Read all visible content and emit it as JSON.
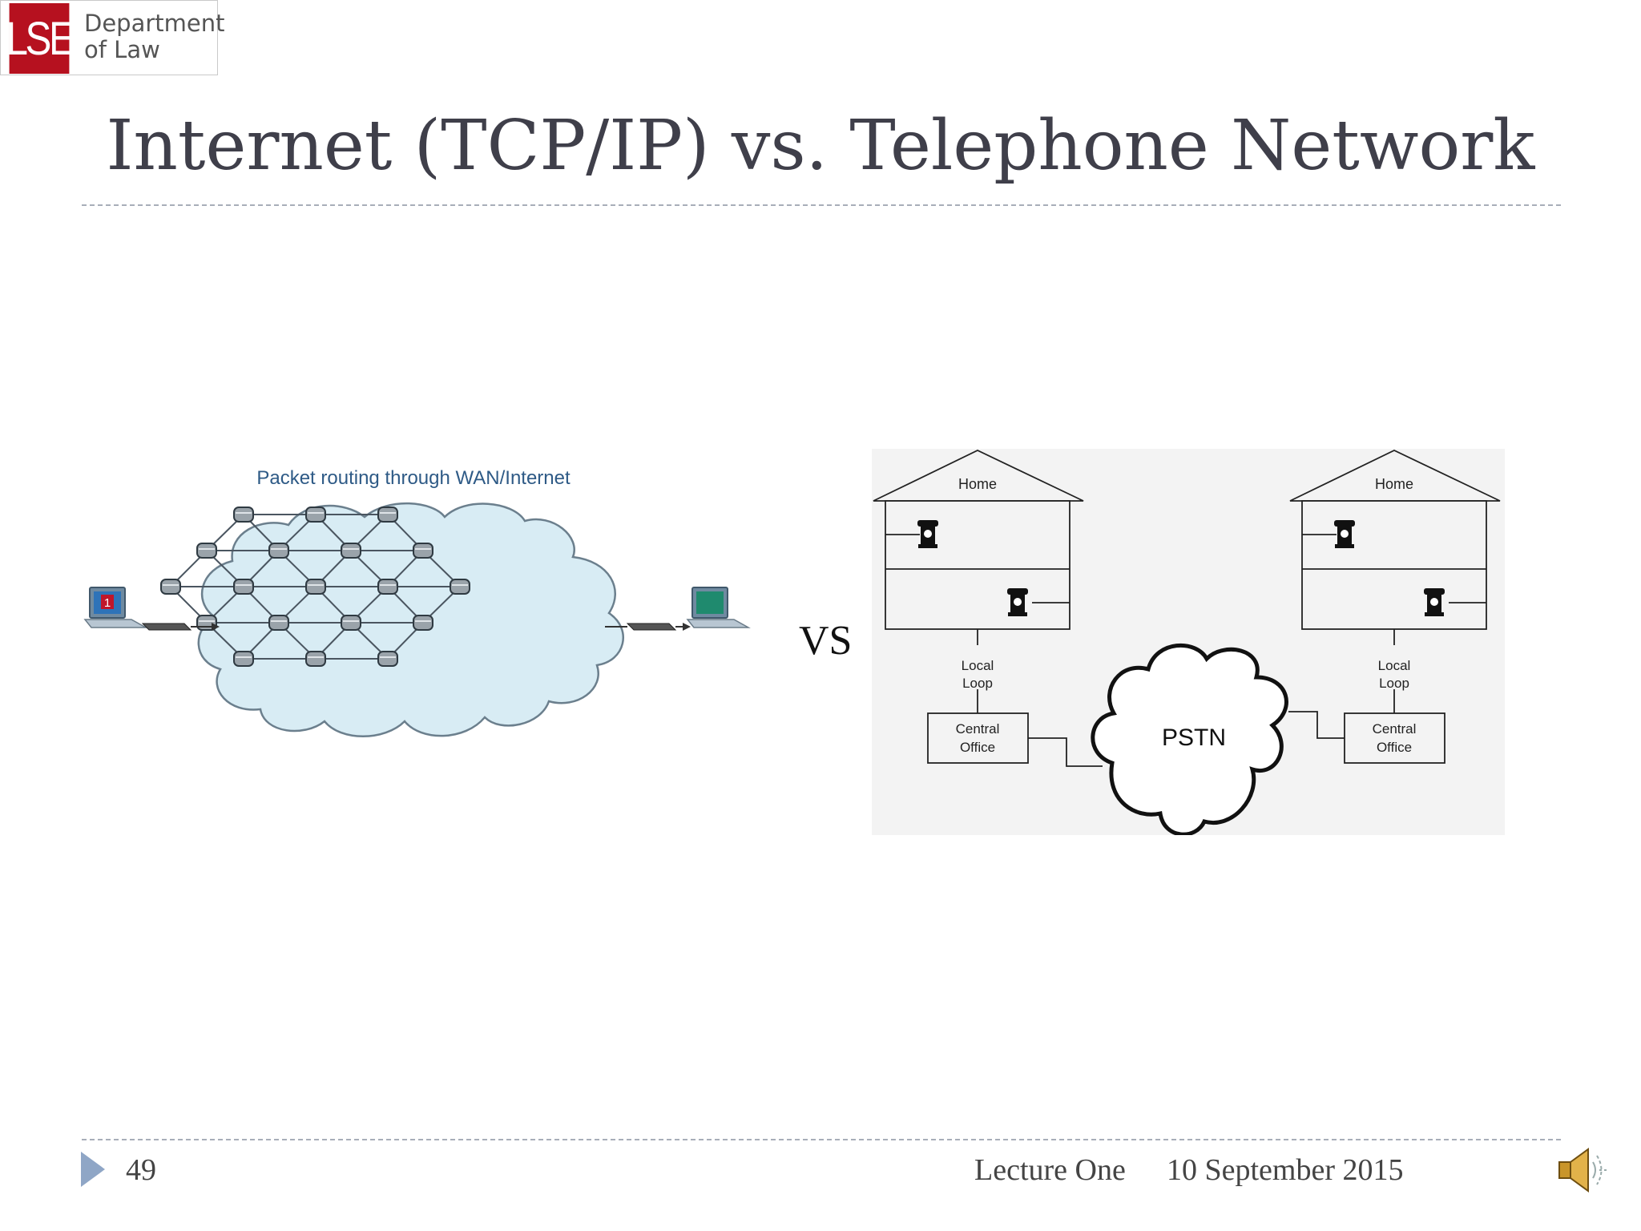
{
  "logo": {
    "mark": "LSE",
    "line1": "Department",
    "line2": "of Law"
  },
  "slide": {
    "title": "Internet (TCP/IP) vs. Telephone Network",
    "separator": "VS"
  },
  "left_diagram": {
    "caption": "Packet routing through WAN/Internet",
    "sender_badge": "1"
  },
  "right_diagram": {
    "home_left": "Home",
    "home_right": "Home",
    "local_loop_line1": "Local",
    "local_loop_line2": "Loop",
    "central_office_line1": "Central",
    "central_office_line2": "Office",
    "cloud_label": "PSTN"
  },
  "footer": {
    "page_number": "49",
    "lecture": "Lecture One",
    "date": "10 September 2015"
  },
  "colors": {
    "title": "#3f3f4a",
    "logo_red": "#b6111f",
    "accent_arrow": "#8fa6c6",
    "cloud_fill": "#d8ecf4"
  },
  "icons": {
    "nav": "triangle-right-icon",
    "audio": "speaker-icon"
  }
}
